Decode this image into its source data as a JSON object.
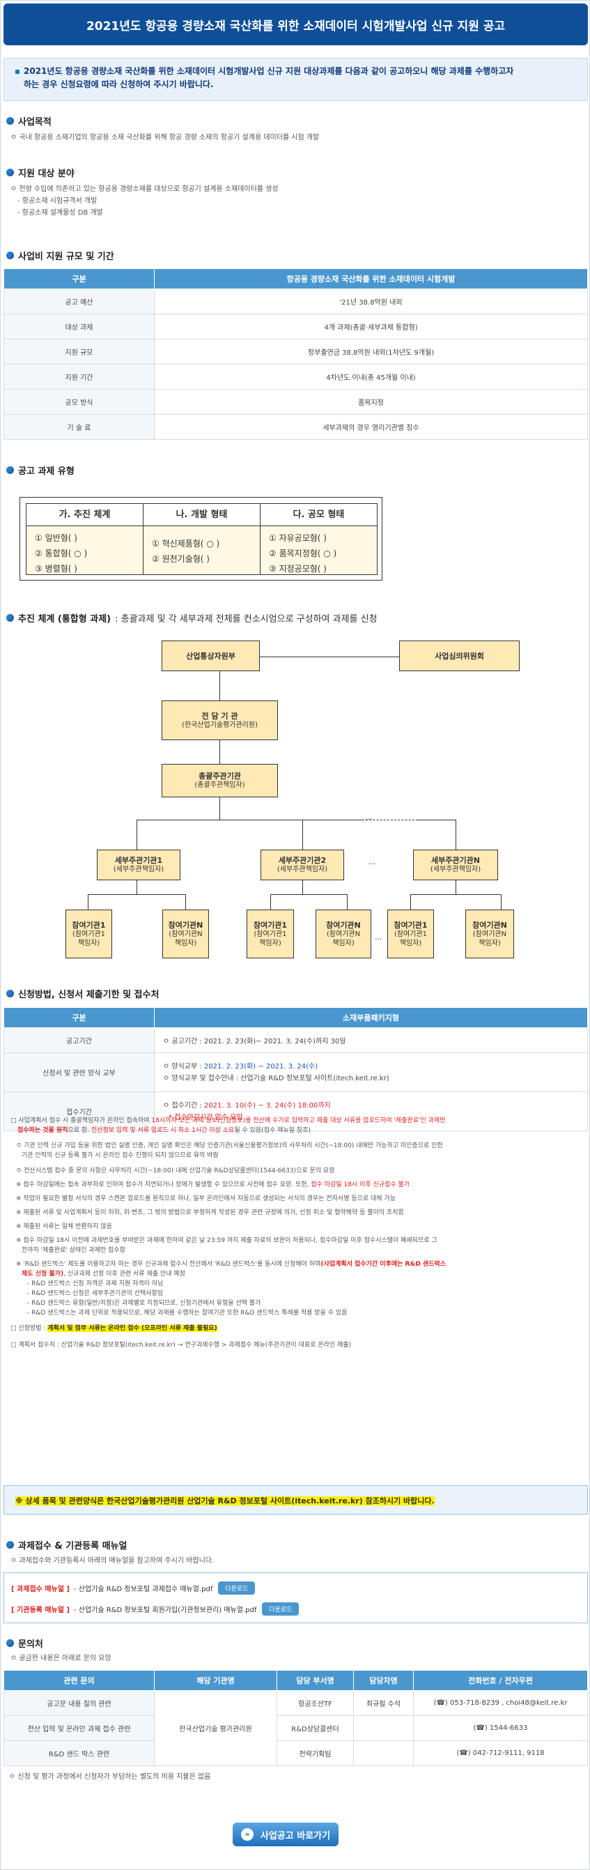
{
  "title": "2021년도 항공용 경량소재 국산화를 위한 소재데이터 시험개발사업 신규 지원 공고",
  "intro": [
    "2021년도 항공용 경량소재 국산화를 위한 소재데이터 시험개발사업 신규 지원 대상과제를 다음과 같이 공고하오니 해당 과제를 수행하고자",
    "하는 경우 신청요령에 따라 신청하여 주시기 바랍니다."
  ],
  "s1": {
    "title": "사업목적",
    "text": "ㅇ 국내 항공용 소재기업의 항공용 소재 국산화를 위해 항공 경량 소재의 항공기 설계용 데이터를 시험 개발"
  },
  "s2": {
    "title": "지원 대상 분야",
    "lines": [
      "ㅇ 전량 수입에 의존하고 있는 항공용 경량소재를 대상으로 항공기 설계용 소재데이터를 생성",
      "- 항공소재 시험규격서 개발",
      "- 항공소재 설계물성 DB 개발"
    ]
  },
  "s3": {
    "title": "사업비 지원 규모 및 기간",
    "head": [
      "구분",
      "항공용 경량소재 국산화를 위한 소재데이터 시험개발"
    ],
    "rows": [
      [
        "공고 예산",
        "'21년 38.8억원 내외"
      ],
      [
        "대상 과제",
        "4개 과제(총괄·세부과제 통합형)"
      ],
      [
        "지원 규모",
        "정부출연금 38.8억원 내외(1차년도 9개월)"
      ],
      [
        "지원 기간",
        "4차년도 이내(총 45개월 이내)"
      ],
      [
        "공모 방식",
        "품목지정"
      ],
      [
        "기 술 료",
        "세부과제의 경우 영리기관별 징수"
      ]
    ]
  },
  "s4": {
    "title": "공고 과제 유형",
    "boxes": [
      {
        "head": "가. 추진 체계",
        "lines": [
          "① 일반형(    )",
          "② 통합형( ○ )",
          "③ 병렬형(    )"
        ]
      },
      {
        "head": "나. 개발 형태",
        "lines": [
          "① 혁신제품형( ○ )",
          "② 원천기술형(    )"
        ]
      },
      {
        "head": "다. 공모 형태",
        "lines": [
          "① 자유공모형(    )",
          "② 품목지정형( ○ )",
          "③ 지정공모형(    )"
        ]
      }
    ]
  },
  "s5": {
    "title": "추진 체계 (통합형 과제)",
    "sub": ": 총괄과제 및 각 세부과제 전체를 컨소시엄으로 구성하여 과제를 신청",
    "org": {
      "top": "산업통상자원부",
      "side": "사업심의위원회",
      "agency": "전 담 기 관",
      "agency_sub": "(한국산업기술평가관리원)",
      "main": "총괄주관기관",
      "main_sub": "(총괄주관책임자)",
      "subs": [
        {
          "t": "세부주관기관1",
          "s": "(세부주관책임자)"
        },
        {
          "t": "세부주관기관2",
          "s": "(세부주관책임자)"
        },
        {
          "t": "세부주관기관N",
          "s": "(세부주관책임자)"
        }
      ],
      "parts": [
        [
          "참여기관1",
          "(참여기관1",
          "책임자)"
        ],
        [
          "참여기관N",
          "(참여기관N",
          "책임자)"
        ],
        [
          "참여기관1",
          "(참여기관1",
          "책임자)"
        ],
        [
          "참여기관N",
          "(참여기관N",
          "책임자)"
        ],
        [
          "참여기관1",
          "(참여기관1",
          "책임자)"
        ],
        [
          "참여기관N",
          "(참여기관N",
          "책임자)"
        ]
      ],
      "dots": "···"
    }
  },
  "s6": {
    "title": "신청방법, 신청서 제출기한 및 접수처",
    "head": [
      "구분",
      "소재부품패키지형"
    ],
    "r1": {
      "label": "공고기간",
      "text": "ㅇ 공고기간 : 2021. 2. 23(화)~ 2021. 3. 24(수)까지 30일"
    },
    "r2": {
      "label": "신청서 및 관련 양식 교부",
      "l1a": "ㅇ 양식교부 : ",
      "l1b": "2021. 2. 23(화) ~ 2021. 3. 24(수)",
      "l2": "ㅇ 양식교부 및 접수안내 : 산업기술 R&D 정보포털 사이트(itech.keit.re.kr)"
    },
    "r3": {
      "label": "접수기간",
      "l1a": "ㅇ 접수기간 : ",
      "l1b": "2021. 3. 10(수) ~ 3. 24(수) 18:00까지",
      "l2": "* 접수마감시간 엄수 요망"
    }
  },
  "notes": {
    "n1a": "□ 사업계획서 접수 시 총괄책임자가 온라인 접속하여 ",
    "n1b": "18시까지 모든 과제 정보(신청정보)를 전산에 수기로 입력하고 제출 대상 서류를 업로드하여 '제출완료'인 과제만",
    "n1c": "접수하는 것을 원칙",
    "n1d": "으로 함. ",
    "n1e": "전산정보 입력 및 서류 업로드 시 최소 1시간 이상 소요",
    "n1f": "될 수 있음(접수 매뉴얼 참조)",
    "n2": "ㅇ 기관 인력 신규 가입 등을 위한 법인 실명 인증, 개인 실명 확인은 해당 인증기관(서울신용평가정보)의 사무처리 시간(~18:00) 내에만 가능하고 미인증으로 인한",
    "n2b": "기관 인력의 신규 등록 불가 시 온라인 접수 진행이 되지 않으므로 유의 바람",
    "n3": "ㅇ 전산시스템 접수 중 문의 사항은 사무처리 시간(~18:00) 내에 산업기술 R&D상담콜센터(1544-6633)으로 문의 요망",
    "n4a": "※ 접수 마감일에는 접속 과부하로 인하여 접수가 지연되거나 장애가 발생할 수 있으므로 사전에 접수 요망. 또한, ",
    "n4b": "접수 마감일 18시 이후 신규접수 불가",
    "n5": "※ 작업이 필요한 별첨 서식의 경우 스캔본 업로드를 원칙으로 하나, 일부 온라인에서 자동으로 생성되는 서식의 경우는 전자서명 등으로 대체 가능",
    "n6": "※ 제출된 서류 및 사업계획서 등이 허위, 위·변조, 그 밖의 방법으로 부정하게 작성된 경우 관련 규정에 의거, 선정 취소 및 협약해약 등 불이익 조치함",
    "n7": "※ 제출된 서류는 일체 반환하지 않음",
    "n8": "※ 접수 마감일 18시 이전에 과제번호를 부여받은 과제에 한하여 같은 날 23:59 까지 제출 자료의 보완이 허용되나, 접수마감일 이후 접수시스템이 폐쇄되므로 그",
    "n8b": "전까지 '제출완료' 상태인 과제만 접수함",
    "n9a": "※ 'R&D 샌드박스' 제도를 이용하고자 하는 경우 신규과제 접수시 전산에서 'R&D 샌드박스'를 동시에 신청해야 하며",
    "n9b": "(사업계획서 접수기간 이후에는 R&D 샌드박스",
    "n9c": "제도 신청 불가)",
    "n9d": ", 신규과제 선정 이후 관련 서류 제출 안내 예정",
    "n10": [
      "- R&D 샌드박스 신청 자격은 과제 지원 자격이 아님",
      "- R&D 샌드박스 신청은 세부주관기관의 선택사항임",
      "- R&D 샌드박스 유형(일반/지정)은 과제별로 지정되므로, 신청기관에서 유형을 선택 불가",
      "- R&D 샌드박스는 과제 단위로 적용되므로, 해당 과제를 수행하는 참여기관 또한 R&D 샌드박스 특례를 적용 받을 수 있음"
    ],
    "n11a": "□ 신청방법 : ",
    "n11b": "계획서 및 첨부 서류는 온라인 접수 (오프라인 서류 제출 불필요)",
    "n12": "□ 계획서 접수처 : 산업기술 R&D 정보포털(itech.keit.re.kr) → 연구과제수행 > 과제접수 메뉴(주관기관이 대표로 온라인 제출)"
  },
  "info": "※ 상세 품목 및 관련양식은 한국산업기술평가관리원 산업기술 R&D 정보포털 사이트(itech.keit.re.kr) 참조하시기 바랍니다.",
  "s7": {
    "title": "과제접수 & 기관등록 매뉴얼",
    "text": "ㅇ 과제접수와 기관등록시 아래의 매뉴얼을 참고하여 주시기 바랍니다.",
    "d1": {
      "tag": "[ 과제접수 매뉴얼 ]",
      "name": "- 산업기술 R&D 정보포털 과제접수 매뉴얼.pdf",
      "btn": "다운로드"
    },
    "d2": {
      "tag": "[ 기관등록 매뉴얼 ]",
      "name": "- 산업기술 R&D 정보포털 회원가입(기관정보관리) 매뉴얼.pdf",
      "btn": "다운로드"
    }
  },
  "s8": {
    "title": "문의처",
    "text": "ㅇ 궁금한 내용은 아래로 문의 요망",
    "head": [
      "관련 문의",
      "해당 기관명",
      "담당 부서명",
      "담당자명",
      "전화번호 / 전자우편"
    ],
    "org": "한국산업기술 평가관리원",
    "rows": [
      {
        "q": "공고문 내용 질의 관련",
        "dept": "항공조선TF",
        "name": "최규필 수석",
        "contact": "(☎) 053-718-8239 , choi48@keit.re.kr"
      },
      {
        "q": "전산 입력 및 온라인 과제 접수 관련",
        "dept": "R&D상담콜센터",
        "name": "",
        "contact": "(☎) 1544-6633"
      },
      {
        "q": "R&D 샌드 박스 관련",
        "dept": "전략기획팀",
        "name": "",
        "contact": "(☎) 042-712-9111, 9118"
      }
    ],
    "foot": "ㅇ 신청 및 평가 과정에서 신청자가 부담하는 별도의 비용 지불은 없음"
  },
  "go": "사업공고 바로가기",
  "colors": {
    "navy": "#0f4f98",
    "header": "#4a97cf",
    "org_box": "#ffe9b5",
    "red": "#e02020",
    "blue": "#1a57b5"
  }
}
